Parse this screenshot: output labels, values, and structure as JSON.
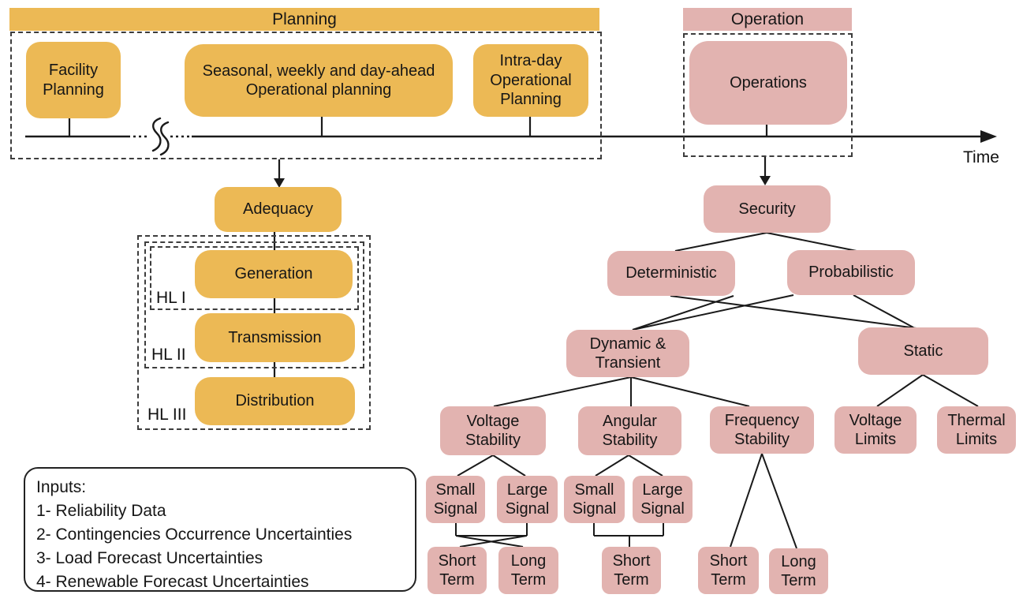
{
  "headers": {
    "planning": "Planning",
    "operation": "Operation"
  },
  "timeline": {
    "label": "Time"
  },
  "planning": {
    "facility": "Facility Planning",
    "seasonal": "Seasonal, weekly and day-ahead Operational planning",
    "intraday": "Intra-day Operational Planning"
  },
  "operation": {
    "operations": "Operations"
  },
  "adequacy": {
    "root": "Adequacy",
    "hierarchy": [
      {
        "label": "Generation",
        "tier": "HL I"
      },
      {
        "label": "Transmission",
        "tier": "HL II"
      },
      {
        "label": "Distribution",
        "tier": "HL III"
      }
    ]
  },
  "security": {
    "root": "Security",
    "approaches": [
      "Deterministic",
      "Probabilistic"
    ],
    "categories": [
      "Dynamic & Transient",
      "Static"
    ],
    "phenomena": [
      "Voltage Stability",
      "Angular Stability",
      "Frequency Stability",
      "Voltage Limits",
      "Thermal Limits"
    ],
    "signals": [
      "Small Signal",
      "Large Signal",
      "Small Signal",
      "Large Signal"
    ],
    "horizons": [
      "Short Term",
      "Long Term",
      "Short Term",
      "Short Term",
      "Long Term"
    ]
  },
  "inputs": {
    "title": "Inputs:",
    "items": [
      "1- Reliability Data",
      "2- Contingencies Occurrence Uncertainties",
      "3- Load Forecast Uncertainties",
      "4- Renewable Forecast Uncertainties"
    ]
  },
  "colors": {
    "planning-fill": "#ECB955",
    "operation-fill": "#E2B3B0",
    "line": "#1A1A1A"
  }
}
